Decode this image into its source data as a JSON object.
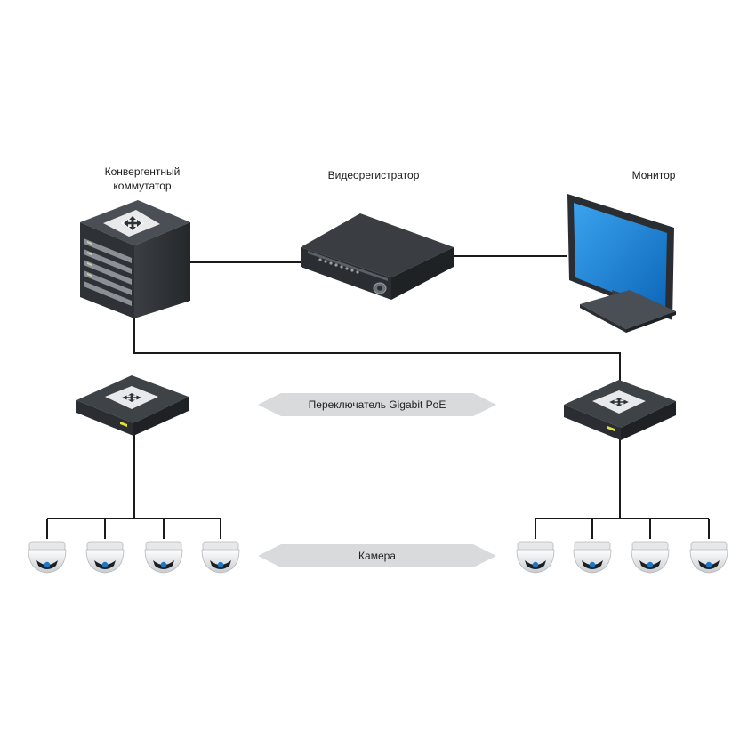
{
  "labels": {
    "core_switch_line1": "Конвергентный",
    "core_switch_line2": "коммутатор",
    "nvr": "Видеорегистратор",
    "monitor": "Монитор",
    "poe_switch_banner": "Переключатель Gigabit PoE",
    "camera_banner": "Камера"
  },
  "icons": {
    "core_switch": "core-switch-icon",
    "nvr": "nvr-icon",
    "monitor": "monitor-icon",
    "poe_switch": "poe-switch-icon",
    "camera": "dome-camera-icon"
  },
  "colors": {
    "line": "#1a1a1a",
    "device_dark": "#2e3236",
    "screen_blue": "#1e88d8",
    "banner": "#d9dadb"
  }
}
